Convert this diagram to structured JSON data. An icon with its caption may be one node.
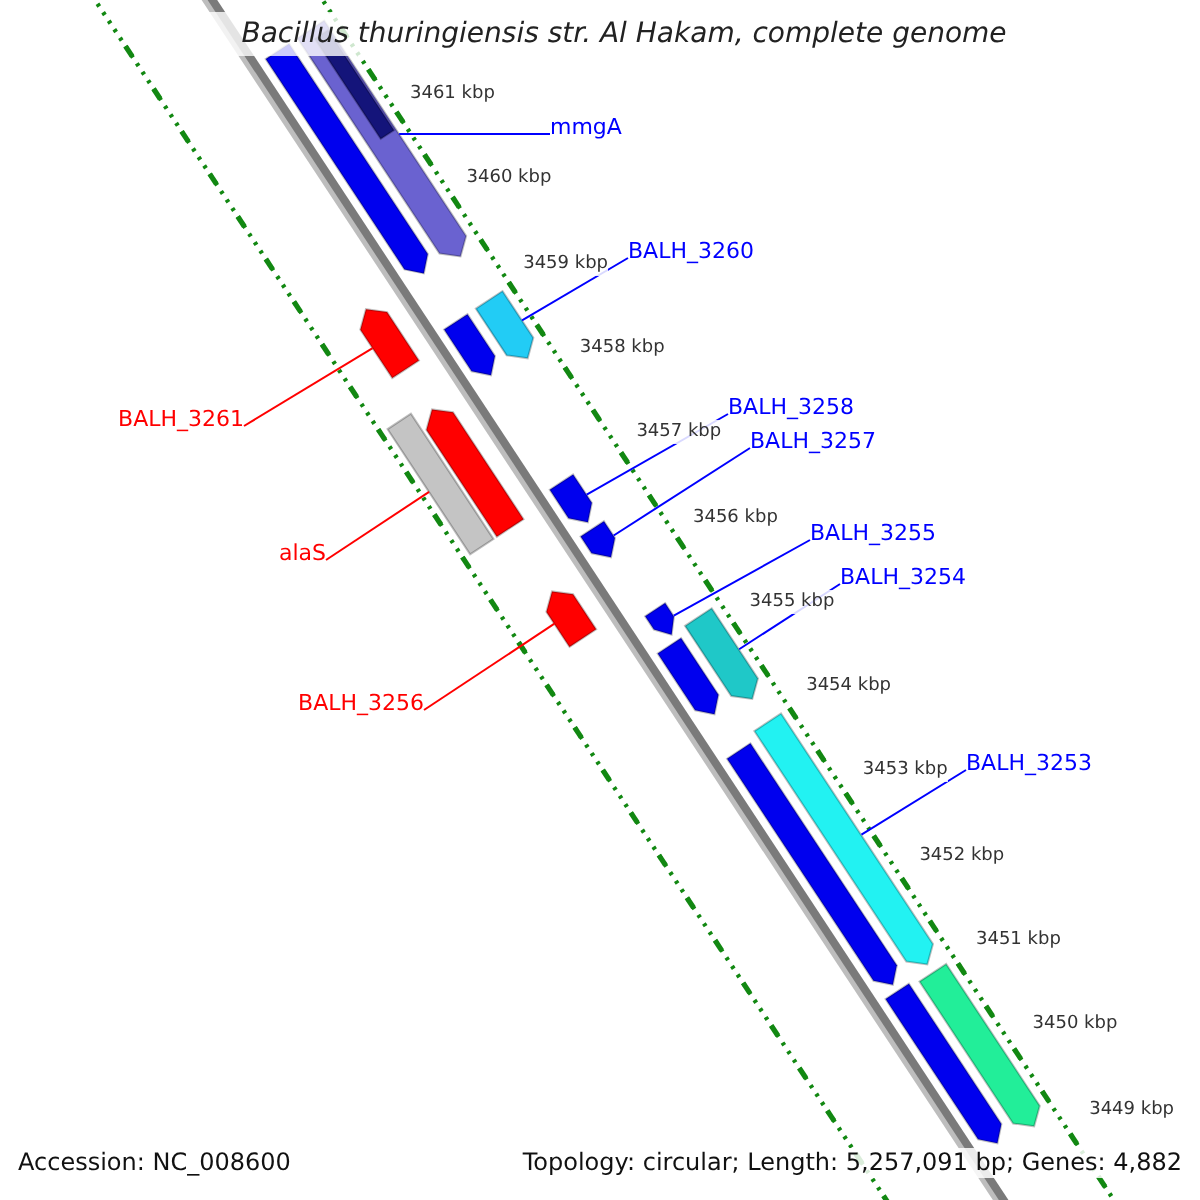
{
  "diagram": {
    "title": "Bacillus thuringiensis str. Al Hakam, complete genome",
    "nodes": [
      {
        "text": [
          "mmgA"
        ]
      },
      {
        "text": [
          "BALH_3260"
        ]
      },
      {
        "text": [
          "BALH_3258"
        ]
      },
      {
        "text": [
          "BALH_3261"
        ]
      },
      {
        "text": [
          "BALH_3257"
        ]
      },
      {
        "text": [
          "BALH_3255"
        ]
      },
      {
        "text": [
          "alaS"
        ]
      },
      {
        "text": [
          "BALH_3254"
        ]
      },
      {
        "text": [
          "BALH_3256"
        ]
      },
      {
        "text": [
          "BALH_3253"
        ]
      },
      {
        "text": [],
        "shape": "bar"
      },
      {
        "text": [],
        "shape": "bar"
      },
      {
        "text": [],
        "shape": "bar"
      },
      {
        "text": [],
        "shape": "bar"
      },
      {
        "text": [],
        "shape": "bar"
      },
      {
        "text": [],
        "shape": "bar"
      },
      {
        "text": [],
        "shape": "bar"
      },
      {
        "text": [],
        "shape": "bar"
      },
      {
        "text": [],
        "shape": "bar"
      },
      {
        "text": [],
        "shape": "bar"
      },
      {
        "text": [],
        "shape": "bar"
      },
      {
        "text": [],
        "shape": "bar",
        "in": 10
      },
      {
        "text": [],
        "shape": "bar"
      },
      {
        "text": [],
        "shape": "bar"
      },
      {
        "text": [],
        "shape": "bar"
      },
      {
        "text": [],
        "shape": "bar"
      },
      {
        "text": [],
        "shape": "bar"
      },
      {
        "text": [],
        "shape": "bar"
      }
    ],
    "edges": [
      {
        "from": 0,
        "to": 10,
        "arrow": "none"
      },
      {
        "from": 1,
        "to": 11,
        "arrow": "none"
      },
      {
        "from": 2,
        "to": 12,
        "arrow": "none"
      },
      {
        "from": 3,
        "to": 13,
        "arrow": "none",
        "color": "#ff0000"
      },
      {
        "from": 4,
        "to": 14,
        "arrow": "none"
      },
      {
        "from": 5,
        "to": 15,
        "arrow": "none"
      },
      {
        "from": 6,
        "to": 16,
        "arrow": "none",
        "color": "#ff0000"
      },
      {
        "from": 7,
        "to": 17,
        "arrow": "none"
      },
      {
        "from": 8,
        "to": 18,
        "arrow": "none",
        "color": "#ff0000"
      },
      {
        "from": 9,
        "to": 19,
        "arrow": "none"
      }
    ],
    "labels": [
      "3461 kbp",
      "3460 kbp",
      "3459 kbp",
      "3458 kbp",
      "3457 kbp",
      "3456 kbp",
      "3455 kbp",
      "3454 kbp",
      "3453 kbp",
      "3452 kbp",
      "3451 kbp",
      "3450 kbp",
      "3449 kbp",
      "Accession: NC_008600",
      "Topology: circular; Length: 5,257,091 bp; Genes: 4,882"
    ]
  }
}
